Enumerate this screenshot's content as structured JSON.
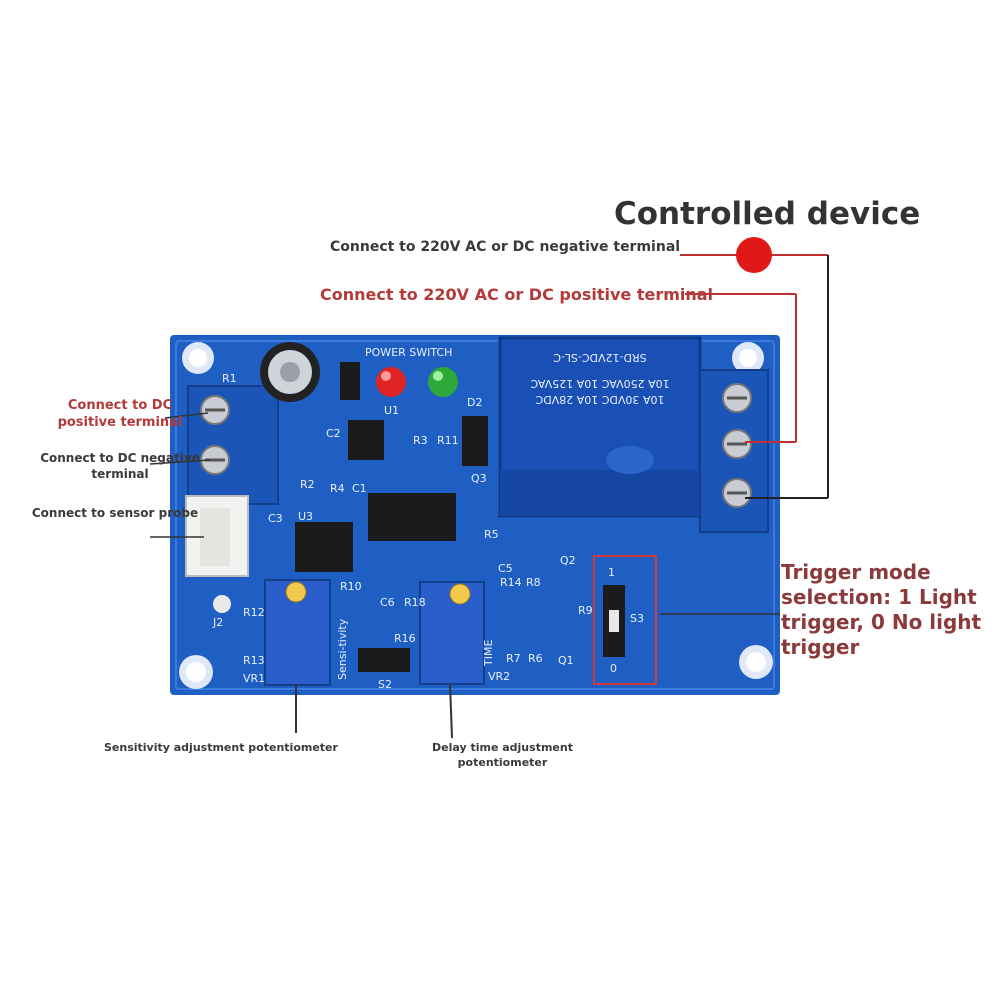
{
  "diagram": {
    "title": "Controlled device",
    "labels": {
      "ac_negative": "Connect to 220V AC or DC negative terminal",
      "ac_positive": "Connect to 220V AC or DC positive terminal",
      "dc_positive": "Connect to DC positive terminal",
      "dc_negative": "Connect to DC negative terminal",
      "sensor_probe": "Connect to sensor probe",
      "trigger_mode": "Trigger mode selection: 1 Light trigger, 0 No light trigger",
      "sensitivity_pot": "Sensitivity adjustment potentiometer",
      "delay_pot": "Delay time adjustment potentiometer"
    },
    "colors": {
      "pcb": "#1f5fc4",
      "terminal": "#1b55b8",
      "wire": "#c03030",
      "device_dot": "#e01818",
      "label_red": "#b23a3a",
      "label_dark": "#3a3a3a"
    },
    "board": {
      "silkscreen": {
        "power_switch": "POWER SWITCH",
        "relay_model": "SRD-12VDC-SL-C",
        "relay_rating_1": "10A 250VAC  10A 125VAC",
        "relay_rating_2": "10A 30VDC  10A 28VDC",
        "sensitivity": "Sensi-tivity",
        "time": "TIME",
        "vr2": "VR2",
        "vr1": "VR1",
        "s2": "S2",
        "s3": "S3",
        "u1": "U1",
        "u3": "U3",
        "j2": "J2",
        "d2": "D2",
        "q1": "Q1",
        "q2": "Q2",
        "q3": "Q3",
        "jumper_1": "1",
        "jumper_0": "0",
        "resistors": [
          "R1",
          "R2",
          "R3",
          "R4",
          "R5",
          "R6",
          "R7",
          "R8",
          "R9",
          "R10",
          "R11",
          "R12",
          "R13",
          "R14",
          "R16",
          "R18"
        ],
        "capacitors": [
          "C1",
          "C2",
          "C3",
          "C5",
          "C6"
        ]
      }
    }
  }
}
